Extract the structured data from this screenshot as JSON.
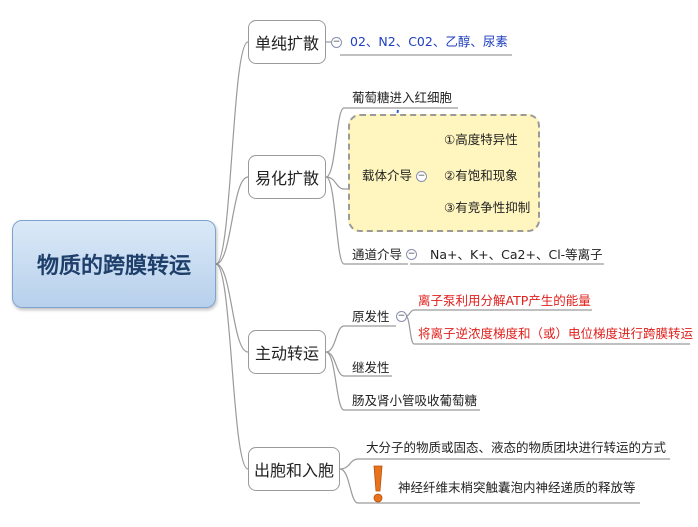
{
  "root": {
    "label": "物质的跨膜转运"
  },
  "simple": {
    "label": "单纯扩散",
    "leaf": "02、N2、C02、乙醇、尿素"
  },
  "facilitated": {
    "label": "易化扩散",
    "note": "葡萄糖进入红细胞",
    "carrier": "载体介导",
    "carrier_items": [
      "①高度特异性",
      "②有饱和现象",
      "③有竞争性抑制"
    ],
    "channel": "通道介导",
    "channel_leaf": "Na+、K+、Ca2+、Cl-等离子"
  },
  "active": {
    "label": "主动转运",
    "primary": "原发性",
    "primary_items": [
      "离子泵利用分解ATP产生的能量",
      "将离子逆浓度梯度和（或）电位梯度进行跨膜转运"
    ],
    "secondary": "继发性",
    "example": "肠及肾小管吸收葡萄糖"
  },
  "cytosis": {
    "label": "出胞和入胞",
    "desc": "大分子的物质或固态、液态的物质团块进行转运的方式",
    "example": "神经纤维末梢突触囊泡内神经递质的释放等"
  },
  "colors": {
    "accent": "#1e3fbf",
    "highlight": "#e0201c",
    "boundary_fill": "#fff5bf"
  },
  "icons": {
    "collapse": "minus-circle-icon",
    "warning": "exclamation-icon"
  }
}
